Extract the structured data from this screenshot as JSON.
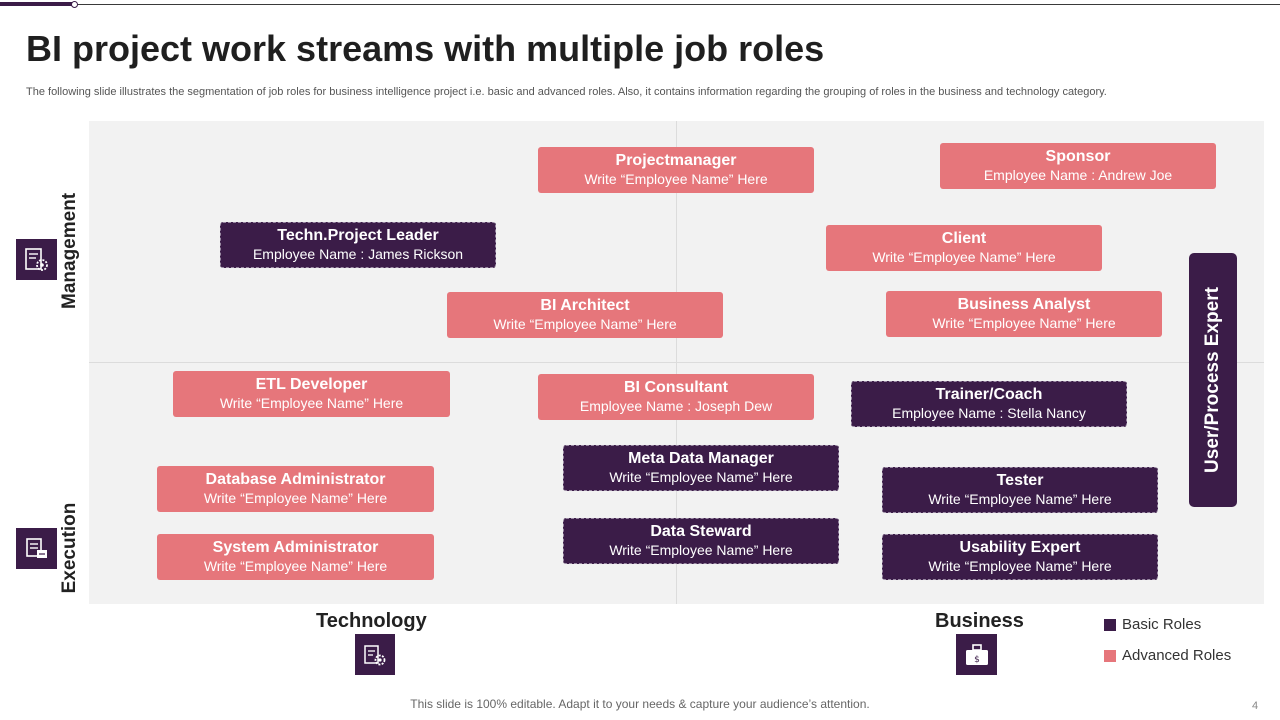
{
  "title": "BI project work streams with multiple job roles",
  "subtitle": "The following slide illustrates the segmentation of job roles for business intelligence project i.e. basic and advanced roles. Also, it contains information regarding the grouping of roles in the business and technology category.",
  "axes": {
    "management": "Management",
    "execution": "Execution",
    "technology": "Technology",
    "business": "Business",
    "user_process_expert": "User/Process Expert"
  },
  "legend": {
    "basic": "Basic Roles",
    "advanced": "Advanced Roles"
  },
  "colors": {
    "basic": "#3b1c48",
    "advanced": "#e6767b",
    "quadrant": "#f2f2f2"
  },
  "roles": {
    "project_manager": {
      "role": "Projectmanager",
      "name": "Write “Employee Name” Here"
    },
    "sponsor": {
      "role": "Sponsor",
      "name": "Employee Name : Andrew Joe"
    },
    "techn_project_leader": {
      "role": "Techn.Project Leader",
      "name": "Employee Name : James Rickson"
    },
    "client": {
      "role": "Client",
      "name": "Write “Employee Name” Here"
    },
    "bi_architect": {
      "role": "BI Architect",
      "name": "Write “Employee Name” Here"
    },
    "business_analyst": {
      "role": "Business Analyst",
      "name": "Write “Employee Name” Here"
    },
    "etl_developer": {
      "role": "ETL Developer",
      "name": "Write “Employee Name” Here"
    },
    "bi_consultant": {
      "role": "BI Consultant",
      "name": "Employee Name : Joseph Dew"
    },
    "trainer_coach": {
      "role": "Trainer/Coach",
      "name": "Employee Name : Stella Nancy"
    },
    "database_administrator": {
      "role": "Database Administrator",
      "name": "Write “Employee Name” Here"
    },
    "meta_data_manager": {
      "role": "Meta Data Manager",
      "name": "Write “Employee Name” Here"
    },
    "tester": {
      "role": "Tester",
      "name": "Write “Employee Name” Here"
    },
    "system_administrator": {
      "role": "System Administrator",
      "name": "Write “Employee Name” Here"
    },
    "data_steward": {
      "role": "Data Steward",
      "name": "Write “Employee Name” Here"
    },
    "usability_expert": {
      "role": "Usability Expert",
      "name": "Write “Employee Name” Here"
    }
  },
  "icons": {
    "management": "management-settings-icon",
    "execution": "execution-document-icon",
    "technology": "technology-gear-icon",
    "business": "business-briefcase-icon"
  },
  "footer": "This slide is 100% editable. Adapt it to your needs & capture your audience’s attention.",
  "page_number": "4"
}
